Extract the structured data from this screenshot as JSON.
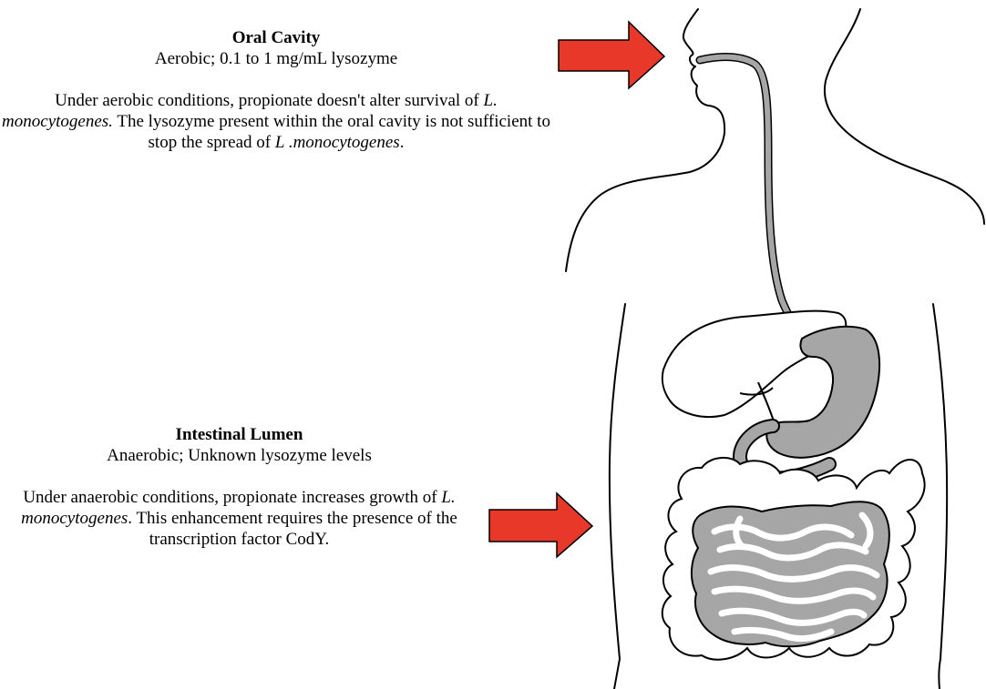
{
  "oral_cavity": {
    "title": "Oral Cavity",
    "subtitle": "Aerobic; 0.1 to 1 mg/mL lysozyme",
    "body": [
      {
        "t": "Under aerobic conditions, propionate doesn't alter survival of ",
        "i": false
      },
      {
        "t": "L. monocytogenes.",
        "i": true
      },
      {
        "t": " The lysozyme present within the oral cavity is not sufficient to stop the spread of ",
        "i": false
      },
      {
        "t": "L .monocytogenes",
        "i": true
      },
      {
        "t": ".",
        "i": false
      }
    ]
  },
  "intestinal_lumen": {
    "title": "Intestinal Lumen",
    "subtitle": "Anaerobic; Unknown lysozyme levels",
    "body": [
      {
        "t": "Under anaerobic conditions, propionate increases growth of ",
        "i": false
      },
      {
        "t": "L. monocytogenes",
        "i": true
      },
      {
        "t": ". This enhancement requires the presence of the transcription factor CodY.",
        "i": false
      }
    ]
  },
  "colors": {
    "arrow": "#e8382a",
    "organ_fill": "#a6a6a6",
    "outline": "#000000",
    "background": "#ffffff"
  }
}
